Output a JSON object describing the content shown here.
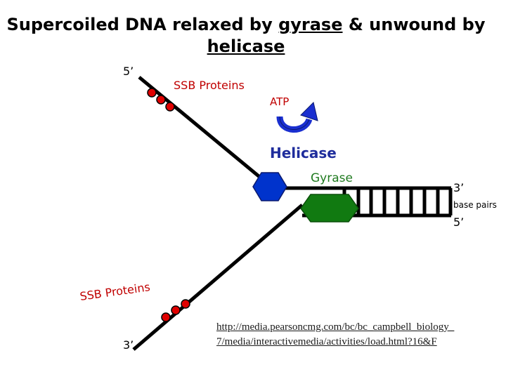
{
  "title": {
    "line1_prefix": "Supercoiled DNA relaxed by ",
    "line1_gyrase": "gyrase",
    "line1_suffix": " & unwound by",
    "line2_helicase": "helicase"
  },
  "labels": {
    "five_prime_top": "5’",
    "ssb_top": "SSB Proteins",
    "atp": "ATP",
    "helicase": "Helicase",
    "gyrase": "Gyrase",
    "three_prime_right": "3’",
    "base_pairs": "base pairs",
    "five_prime_right": "5’",
    "ssb_bottom": "SSB Proteins",
    "three_prime_bottom": "3’"
  },
  "source": {
    "line1": "http://media.pearsoncmg.com/bc/bc_campbell_biology_",
    "line2": "7/media/interactivemedia/activities/load.html?16&F"
  },
  "colors": {
    "helicase": "#0033cc",
    "gyrase": "#117a11",
    "ssb_protein": "#e00000",
    "atp_arrow": "#1a2fd0",
    "dna": "#000000"
  }
}
